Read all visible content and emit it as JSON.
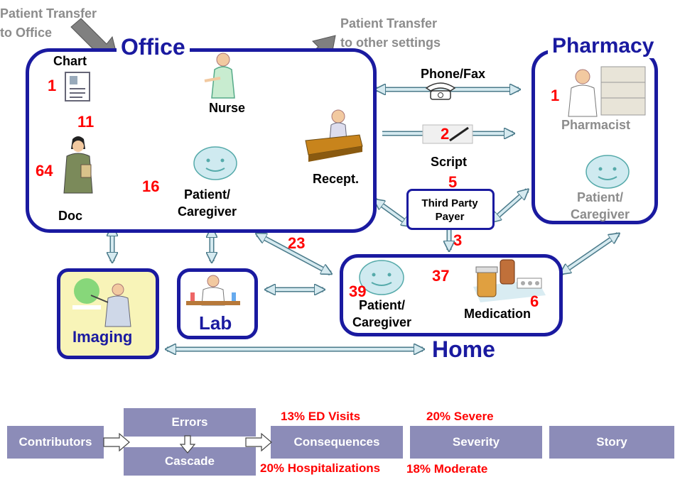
{
  "colors": {
    "box_border": "#1a1aa0",
    "arrow_fill": "#d6eaf0",
    "arrow_stroke": "#4a7a8a",
    "number": "#ff0000",
    "flow_box": "#8c8cb8"
  },
  "transfer": {
    "to_office": "Patient Transfer\nto Office",
    "to_other": "Patient Transfer\nto other settings"
  },
  "titles": {
    "office": "Office",
    "pharmacy": "Pharmacy",
    "home": "Home",
    "lab": "Lab",
    "imaging": "Imaging"
  },
  "labels": {
    "chart": "Chart",
    "nurse": "Nurse",
    "doc": "Doc",
    "patient_office": "Patient/\nCaregiver",
    "recept": "Recept.",
    "phone_fax": "Phone/Fax",
    "script": "Script",
    "third_party": "Third Party\nPayer",
    "pharmacist": "Pharmacist",
    "patient_pharmacy": "Patient/\nCaregiver",
    "patient_home": "Patient/\nCaregiver",
    "medication": "Medication"
  },
  "numbers": {
    "chart": "1",
    "doc_chart": "11",
    "doc": "64",
    "doc_patient": "16",
    "script": "2",
    "pharmacist": "1",
    "third_party": "5",
    "payer_home": "3",
    "office_home": "23",
    "home_patient": "39",
    "home_med": "37",
    "medication": "6"
  },
  "icons": {
    "chart": "chart-document-icon",
    "nurse": "nurse-figure-icon",
    "doc": "doctor-figure-icon",
    "patient": "smiley-face-icon",
    "recept": "receptionist-desk-icon",
    "phone": "telephone-icon",
    "script": "prescription-pen-icon",
    "pharmacist": "pharmacist-figure-icon",
    "lab": "lab-scientist-icon",
    "imaging": "imaging-presenter-icon",
    "medication": "pill-bottles-icon"
  },
  "flow": {
    "contributors": "Contributors",
    "errors": "Errors",
    "cascade": "Cascade",
    "consequences": "Consequences",
    "severity": "Severity",
    "story": "Story",
    "ed_visits": "13% ED Visits",
    "hospitalizations": "20% Hospitalizations",
    "severe": "20% Severe",
    "moderate": "18% Moderate"
  }
}
